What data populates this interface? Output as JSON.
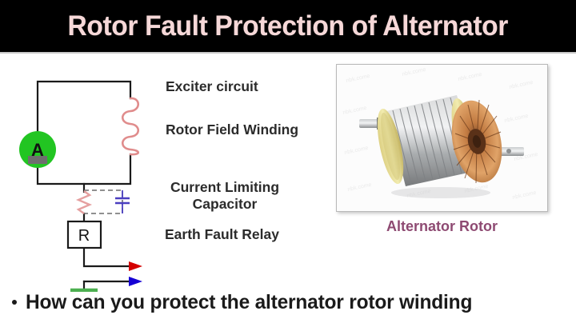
{
  "header": {
    "title": "Rotor Fault Protection of Alternator",
    "title_color": "#f6d8d8",
    "background_color": "#000000"
  },
  "circuit": {
    "alternator_symbol_label": "A",
    "alternator_color": "#22c522",
    "relay_symbol_label": "R",
    "coil_color": "#e08c8c",
    "resistor_color": "#e5a0a0",
    "capacitor_color": "#4b3fc0",
    "ground_color": "#4caf50",
    "arrow_red_color": "#d40000",
    "arrow_blue_color": "#1500d4",
    "wire_color": "#1a1a1a",
    "labels": {
      "exciter_circuit": "Exciter circuit",
      "rotor_field_winding": "Rotor Field Winding",
      "current_limiting_capacitor": "Current Limiting Capacitor",
      "earth_fault_relay": "Earth Fault Relay"
    }
  },
  "photo": {
    "caption": "Alternator Rotor",
    "caption_color": "#8e4a72",
    "alt": "alternator-rotor-photo"
  },
  "bullet": {
    "text": "How can you protect the alternator rotor winding"
  }
}
